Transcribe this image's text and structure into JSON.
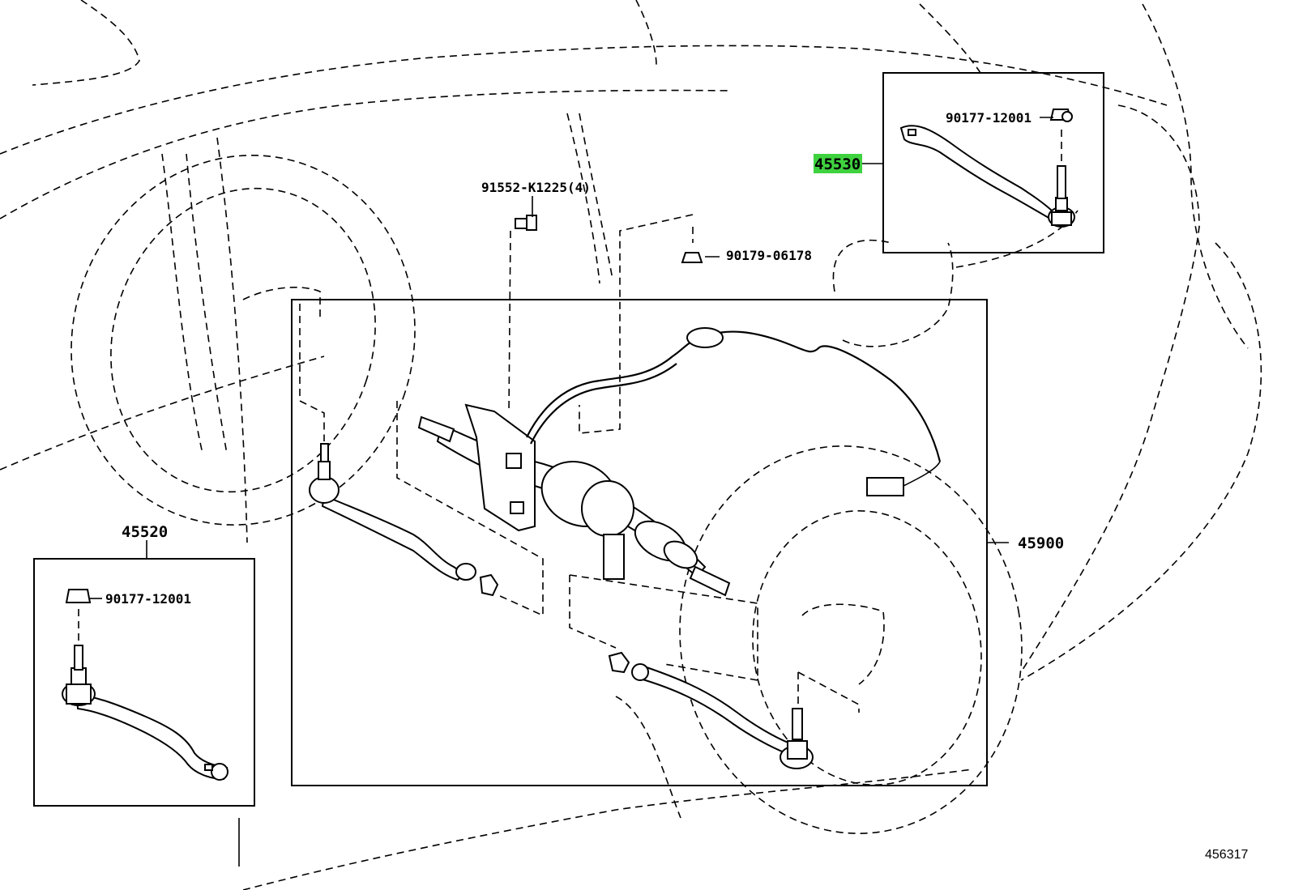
{
  "diagram": {
    "labels": {
      "part_45530": "45530",
      "part_45520": "45520",
      "part_45900": "45900",
      "nut_upper_right": "90177-12001",
      "nut_left": "90177-12001",
      "bolt_91552": "91552-K1225(4)",
      "nut_90179": "90179-06178",
      "ref_number": "456317"
    },
    "highlight": {
      "part": "45530",
      "color": "#3fd23f"
    }
  }
}
